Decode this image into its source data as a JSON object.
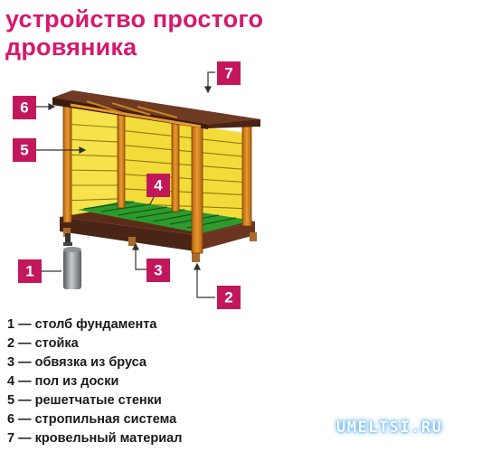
{
  "title": {
    "line1": "устройство простого",
    "line2": "дровяника"
  },
  "callouts": [
    {
      "number": "1"
    },
    {
      "number": "2"
    },
    {
      "number": "3"
    },
    {
      "number": "4"
    },
    {
      "number": "5"
    },
    {
      "number": "6"
    },
    {
      "number": "7"
    }
  ],
  "legend": [
    "1 — столб фундамента",
    "2 — стойка",
    "3 — обвязка из бруса",
    "4 — пол из доски",
    "5 — решетчатые стенки",
    "6 — стропильная система",
    "7 — кровельный материал"
  ],
  "watermark": "UMELTSI.RU",
  "colors": {
    "accent": "#c2185b",
    "wall": "#f3dc3a",
    "post": "#d9821c",
    "floor": "#2a8f2a",
    "base": "#5a2b1a",
    "roof": "#5a2b1a"
  }
}
